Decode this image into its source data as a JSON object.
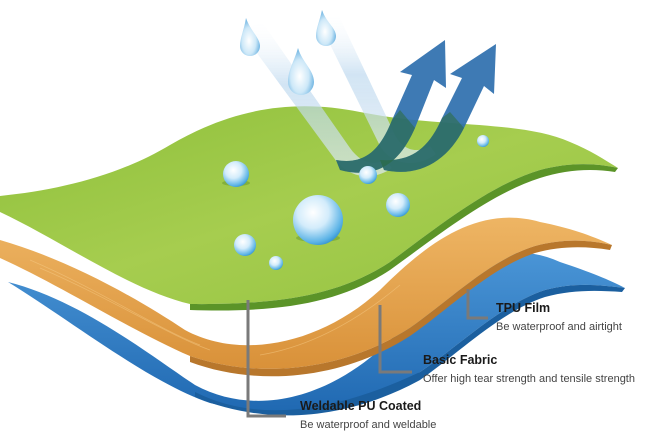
{
  "diagram": {
    "type": "fabric-layer-cross-section",
    "layers": [
      {
        "key": "tpu",
        "title": "TPU Film",
        "description": "Be waterproof and airtight",
        "color": "#8dbb3a"
      },
      {
        "key": "fabric",
        "title": "Basic Fabric",
        "description": "Offer high tear strength and tensile strength",
        "color": "#e3a24e"
      },
      {
        "key": "pu",
        "title": "Weldable PU Coated",
        "description": "Be waterproof and weldable",
        "color": "#2f7cc4"
      }
    ],
    "icons": {
      "falling_drops": "water-drop-icon",
      "surface_beads": "water-bead-icon",
      "vapor_arrows": "up-arrow-icon"
    },
    "colors": {
      "green_top": "#9cc646",
      "green_edge": "#5f9a2a",
      "orange_top": "#e8a84f",
      "orange_edge": "#c9822f",
      "blue_top": "#3a88cf",
      "blue_edge": "#1d63a8",
      "arrow_blue": "#2e6fae",
      "leader_gray": "#7a7a7a"
    }
  }
}
